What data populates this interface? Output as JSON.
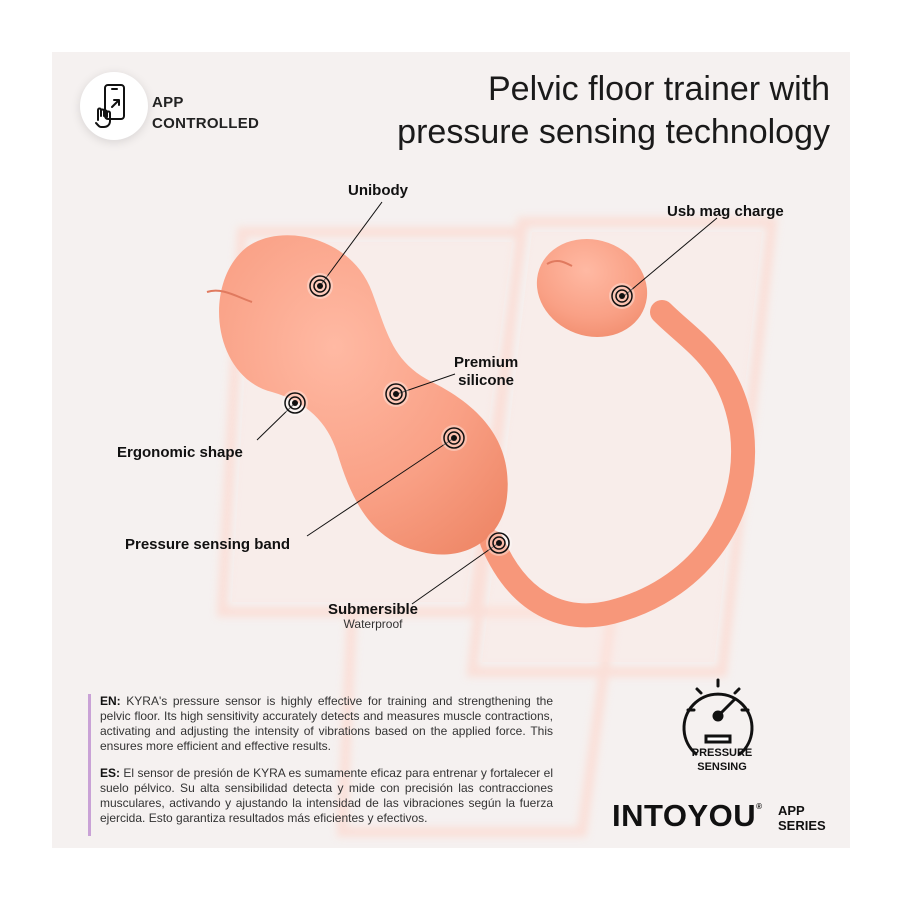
{
  "badge": {
    "icon": "phone-tap-icon",
    "line1": "APP",
    "line2": "CONTROLLED"
  },
  "headline": {
    "line1": "Pelvic floor trainer with",
    "line2": "pressure sensing technology"
  },
  "callouts": {
    "unibody": "Unibody",
    "usb": "Usb mag charge",
    "premium_1": "Premium",
    "premium_2": "silicone",
    "ergonomic": "Ergonomic shape",
    "pressure_band": "Pressure sensing band",
    "submersible": "Submersible",
    "waterproof": "Waterproof"
  },
  "description": {
    "en_tag": "EN:",
    "en_text": "KYRA's pressure sensor is highly effective for training and strengthening the pelvic floor. Its high sensitivity accurately detects and measures muscle contractions, activating and adjusting the intensity of vibrations based on the applied force. This ensures more efficient and effective results.",
    "es_tag": "ES:",
    "es_text": "El sensor de presión de KYRA es sumamente eficaz para entrenar y fortalecer el suelo pélvico. Su alta sensibilidad detecta y mide con precisión las contracciones musculares, activando y ajustando la intensidad de las vibraciones según la fuerza ejercida. Esto garantiza resultados más eficientes y efectivos."
  },
  "gauge": {
    "icon": "pressure-gauge-icon",
    "line1": "PRESSURE",
    "line2": "SENSING"
  },
  "brand": {
    "name": "INTOYOU",
    "mark": "®",
    "line1": "APP",
    "line2": "SERIES"
  },
  "colors": {
    "product": "#f7977a",
    "product_light": "#ffb9a3",
    "background": "#f5f1f0"
  }
}
